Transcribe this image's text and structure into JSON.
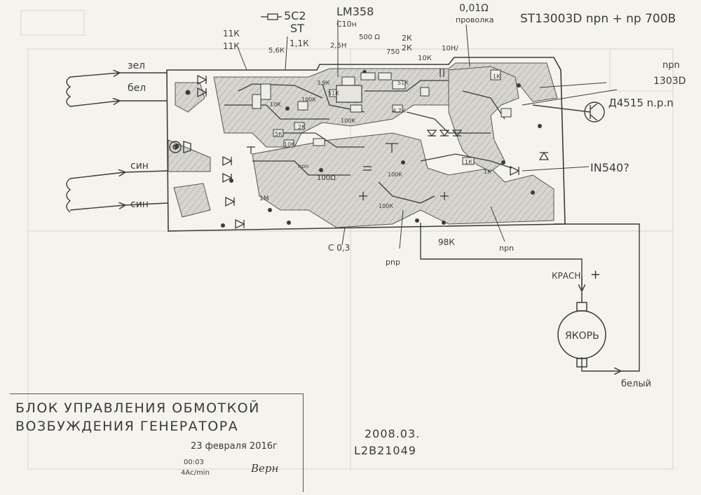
{
  "header": {
    "cap_label": "5C2",
    "st_label": "ST",
    "ic_label": "LM358",
    "cap_10n": "С10н",
    "wire_res": "0,01Ω",
    "wire_label": "проволка",
    "transistor_note": "ST13003D npn + np 700В"
  },
  "wires": {
    "green": "зел",
    "white_top": "бел",
    "blue1": "син",
    "blue2": "син",
    "red": "КРАСН",
    "white_bottom": "белый",
    "plus": "+"
  },
  "components": {
    "r11k_a": "11К",
    "r11k_b": "11К",
    "r56k": "5,6К",
    "r11k_c": "1,1К",
    "r25": "2,5Н",
    "r500": "500 Ω",
    "r2k_a": "2К",
    "r2k_b": "2К",
    "r750": "750",
    "r10k_top": "10К",
    "r10n": "10Н/",
    "r1k_top": "1К",
    "r39k": "3,9К",
    "r51k": "51К",
    "r100k_a": "100К",
    "r47k": "4,7К",
    "r10k_mid": "10К",
    "r5k": "5К",
    "r2k_c": "2К",
    "r51k_b": "51К",
    "r100k_b": "100К",
    "r10k_b": "10К",
    "npn_board": "npn",
    "r100_ohm": "100Ω",
    "r1m": "1М",
    "r100k_c": "100К",
    "r100k_d": "100К",
    "r1k_right": "1К",
    "r1k_right2": "1К",
    "c03": "С 0,3",
    "pnp": "pnp",
    "r98k": "98К",
    "npn_bottom": "npn"
  },
  "right_labels": {
    "npn_top": "npn",
    "t1303": "1303D",
    "d4515": "Д4515 n.p.n",
    "in540": "IN540?"
  },
  "motor": {
    "label": "ЯКОРЬ"
  },
  "title": {
    "line1": "БЛОК УПРАВЛЕНИЯ ОБМОТКОЙ",
    "line2": "ВОЗБУЖДЕНИЯ ГЕНЕРАТОРА",
    "date": "23 февраля 2016г",
    "time": "00:03",
    "rate": "4Ас/min",
    "signature": "Верн"
  },
  "stamps": {
    "date_code": "2008.03.",
    "part_code": "L2B21049"
  },
  "colors": {
    "paper": "#f4f3ee",
    "pencil": "#3b3b3b",
    "shade": "#c9c8c3"
  }
}
